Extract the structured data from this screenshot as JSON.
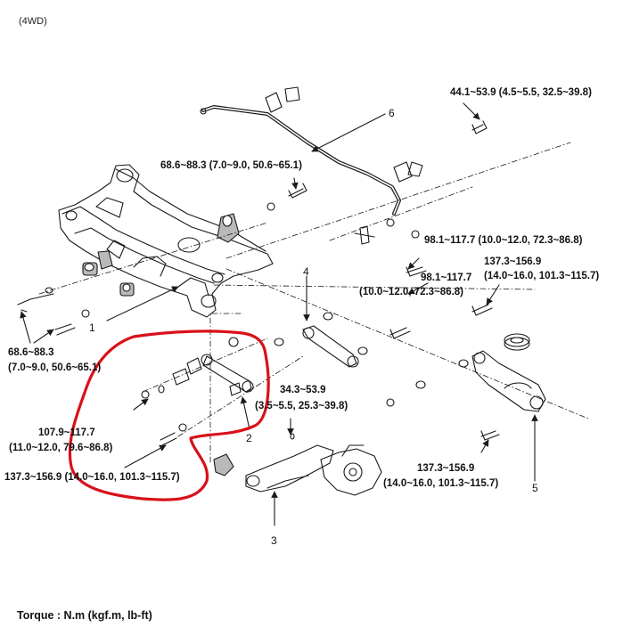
{
  "header": {
    "variant": "(4WD)"
  },
  "torque_specs": {
    "t1": "44.1~53.9 (4.5~5.5, 32.5~39.8)",
    "t2": "68.6~88.3 (7.0~9.0, 50.6~65.1)",
    "t3_line1": "98.1~117.7 (10.0~12.0, 72.3~86.8)",
    "t4_line1": "98.1~117.7",
    "t4_line2": "(10.0~12.0, 72.3~86.8)",
    "t5_line1": "137.3~156.9",
    "t5_line2": "(14.0~16.0, 101.3~115.7)",
    "t6_line1": "68.6~88.3",
    "t6_line2": "(7.0~9.0, 50.6~65.1)",
    "t7_line1": "34.3~53.9",
    "t7_line2": "(3.5~5.5, 25.3~39.8)",
    "t8_line1": "107.9~117.7",
    "t8_line2": "(11.0~12.0, 79.6~86.8)",
    "t9": "137.3~156.9 (14.0~16.0, 101.3~115.7)",
    "t10_line1": "137.3~156.9",
    "t10_line2": "(14.0~16.0, 101.3~115.7)"
  },
  "callouts": {
    "c1": "1",
    "c2": "2",
    "c3": "3",
    "c4": "4",
    "c5": "5",
    "c6": "6"
  },
  "footer": {
    "torque_units": "Torque : N.m (kgf.m,  lb-ft)"
  },
  "colors": {
    "line": "#1a1a1a",
    "annotation": "#d9101a"
  }
}
